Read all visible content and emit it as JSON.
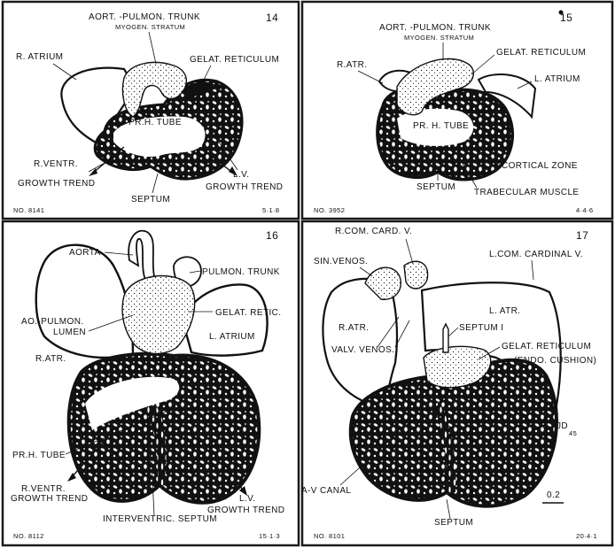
{
  "colors": {
    "ink": "#111111",
    "paper": "#ffffff",
    "frame": "#1a1a1a"
  },
  "panels": [
    {
      "number": "14",
      "catalog": "NO. 8141",
      "stage": "5·1·8",
      "labels": {
        "trunk": "AORT. -PULMON. TRUNK",
        "stratum": "MYOGEN. STRATUM",
        "r_atrium": "R. ATRIUM",
        "gelat_ret": "GELAT. RETICULUM",
        "prh_tube": "PR.H. TUBE",
        "r_ventr": "R.VENTR.",
        "r_growth": "GROWTH TREND",
        "lv": "L.V.",
        "lv_growth": "GROWTH TREND",
        "septum": "SEPTUM"
      }
    },
    {
      "number": "15",
      "catalog": "NO. 3952",
      "stage": "4·4·6",
      "labels": {
        "trunk": "AORT. -PULMON. TRUNK",
        "stratum": "MYOGEN. STRATUM",
        "r_atr": "R.ATR.",
        "gelat_ret": "GELAT. RETICULUM",
        "l_atrium": "L. ATRIUM",
        "prh_tube": "PR. H. TUBE",
        "cortical": "CORTICAL ZONE",
        "septum": "SEPTUM",
        "trabecular": "TRABECULAR MUSCLE"
      }
    },
    {
      "number": "16",
      "catalog": "NO. 8112",
      "stage": "15·1·3",
      "labels": {
        "aorta": "AORTA",
        "pulmon_trunk": "PULMON. TRUNK",
        "ao_pulmon": "AO.-PULMON.",
        "lumen": "LUMEN",
        "gelat_retic": "GELAT. RETIC.",
        "l_atrium": "L. ATRIUM",
        "r_atr": "R.ATR.",
        "prh_tube": "PR.H. TUBE",
        "r_ventr": "R.VENTR.",
        "r_growth": "GROWTH TREND",
        "lv": "L.V.",
        "lv_growth": "GROWTH TREND",
        "interventric": "INTERVENTRIC. SEPTUM"
      }
    },
    {
      "number": "17",
      "catalog": "NO. 8101",
      "stage": "20·4·1",
      "labels": {
        "r_com_card": "R.COM. CARD. V.",
        "l_com_card": "L.COM. CARDINAL V.",
        "sin_venos": "SIN.VENOS.",
        "l_atr": "L. ATR.",
        "r_atr": "R.ATR.",
        "septum_i": "SEPTUM I",
        "valv_venos": "VALV. VENOS.",
        "gelat_ret": "GELAT. RETICULUM",
        "endo_cushion": "(ENDO. CUSHION)",
        "av_canal": "A-V CANAL",
        "septum": "SEPTUM",
        "scale": "0.2",
        "monogram": "JD",
        "monogram_year": "45"
      }
    }
  ]
}
